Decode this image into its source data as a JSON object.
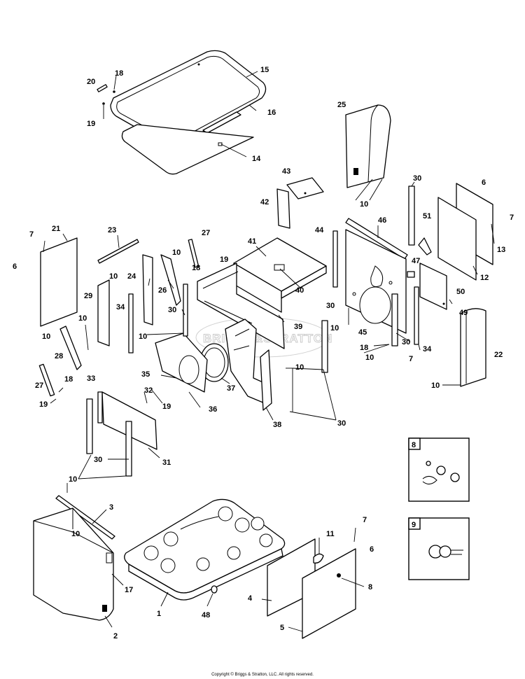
{
  "watermark": "BRIGGS&STRATTON",
  "copyright": "Copyright © Briggs & Stratton, LLC. All rights reserved.",
  "callouts": [
    {
      "id": "c15",
      "text": "15"
    },
    {
      "id": "c16",
      "text": "16"
    },
    {
      "id": "c14",
      "text": "14"
    },
    {
      "id": "c18a",
      "text": "18"
    },
    {
      "id": "c20",
      "text": "20"
    },
    {
      "id": "c19a",
      "text": "19"
    },
    {
      "id": "c25",
      "text": "25"
    },
    {
      "id": "c10a",
      "text": "10"
    },
    {
      "id": "c43",
      "text": "43"
    },
    {
      "id": "c42",
      "text": "42"
    },
    {
      "id": "c30a",
      "text": "30"
    },
    {
      "id": "c6a",
      "text": "6"
    },
    {
      "id": "c7a",
      "text": "7"
    },
    {
      "id": "c13",
      "text": "13"
    },
    {
      "id": "c12",
      "text": "12"
    },
    {
      "id": "c51",
      "text": "51"
    },
    {
      "id": "c46",
      "text": "46"
    },
    {
      "id": "c44",
      "text": "44"
    },
    {
      "id": "c41",
      "text": "41"
    },
    {
      "id": "c21",
      "text": "21"
    },
    {
      "id": "c7b",
      "text": "7"
    },
    {
      "id": "c6b",
      "text": "6"
    },
    {
      "id": "c23",
      "text": "23"
    },
    {
      "id": "c10b",
      "text": "10"
    },
    {
      "id": "c27a",
      "text": "27"
    },
    {
      "id": "c10c",
      "text": "10"
    },
    {
      "id": "c18b",
      "text": "18"
    },
    {
      "id": "c19b",
      "text": "19"
    },
    {
      "id": "c24",
      "text": "24"
    },
    {
      "id": "c26",
      "text": "26"
    },
    {
      "id": "c29",
      "text": "29"
    },
    {
      "id": "c34a",
      "text": "34"
    },
    {
      "id": "c30b",
      "text": "30"
    },
    {
      "id": "c40",
      "text": "40"
    },
    {
      "id": "c47",
      "text": "47"
    },
    {
      "id": "c50",
      "text": "50"
    },
    {
      "id": "c49",
      "text": "49"
    },
    {
      "id": "c10d",
      "text": "10"
    },
    {
      "id": "c10e",
      "text": "10"
    },
    {
      "id": "c10f",
      "text": "10"
    },
    {
      "id": "c28",
      "text": "28"
    },
    {
      "id": "c39",
      "text": "39"
    },
    {
      "id": "c30c",
      "text": "30"
    },
    {
      "id": "c10g",
      "text": "10"
    },
    {
      "id": "c45",
      "text": "45"
    },
    {
      "id": "c18c",
      "text": "18"
    },
    {
      "id": "c30d",
      "text": "30"
    },
    {
      "id": "c10h",
      "text": "10"
    },
    {
      "id": "c7c",
      "text": "7"
    },
    {
      "id": "c34b",
      "text": "34"
    },
    {
      "id": "c22",
      "text": "22"
    },
    {
      "id": "c10i",
      "text": "10"
    },
    {
      "id": "c27b",
      "text": "27"
    },
    {
      "id": "c18d",
      "text": "18"
    },
    {
      "id": "c19c",
      "text": "19"
    },
    {
      "id": "c33",
      "text": "33"
    },
    {
      "id": "c35",
      "text": "35"
    },
    {
      "id": "c32",
      "text": "32"
    },
    {
      "id": "c19d",
      "text": "19"
    },
    {
      "id": "c36",
      "text": "36"
    },
    {
      "id": "c37",
      "text": "37"
    },
    {
      "id": "c10j",
      "text": "10"
    },
    {
      "id": "c38",
      "text": "38"
    },
    {
      "id": "c30e",
      "text": "30"
    },
    {
      "id": "c31",
      "text": "31"
    },
    {
      "id": "c30f",
      "text": "30"
    },
    {
      "id": "c10k",
      "text": "10"
    },
    {
      "id": "c3",
      "text": "3"
    },
    {
      "id": "c10l",
      "text": "10"
    },
    {
      "id": "c17",
      "text": "17"
    },
    {
      "id": "c2",
      "text": "2"
    },
    {
      "id": "c1",
      "text": "1"
    },
    {
      "id": "c48",
      "text": "48"
    },
    {
      "id": "c11",
      "text": "11"
    },
    {
      "id": "c4",
      "text": "4"
    },
    {
      "id": "c5",
      "text": "5"
    },
    {
      "id": "c7d",
      "text": "7"
    },
    {
      "id": "c6c",
      "text": "6"
    },
    {
      "id": "c8",
      "text": "8"
    },
    {
      "id": "c8inset",
      "text": "8"
    },
    {
      "id": "c9inset",
      "text": "9"
    }
  ]
}
